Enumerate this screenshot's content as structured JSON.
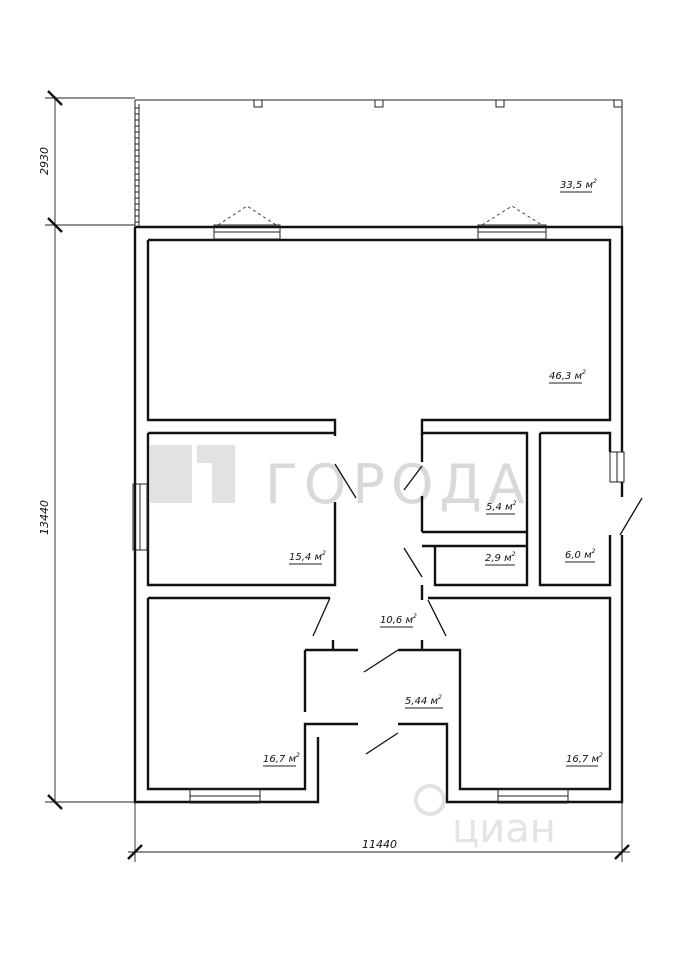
{
  "dimensions": {
    "terrace_depth": "2930",
    "house_depth": "13440",
    "house_width": "11440"
  },
  "rooms": {
    "terrace": "33,5 м",
    "living": "46,3 м",
    "bedroom_left": "15,4 м",
    "bath_upper": "5,4 м",
    "wc": "2,9 м",
    "utility": "6,0 м",
    "hall": "10,6 м",
    "vestibule": "5,44 м",
    "bedroom_bottom_left": "16,7 м",
    "bedroom_bottom_right": "16,7 м"
  },
  "area_unit_power": "2",
  "watermarks": {
    "agency": "ГОРОДА",
    "portal": "циан"
  }
}
